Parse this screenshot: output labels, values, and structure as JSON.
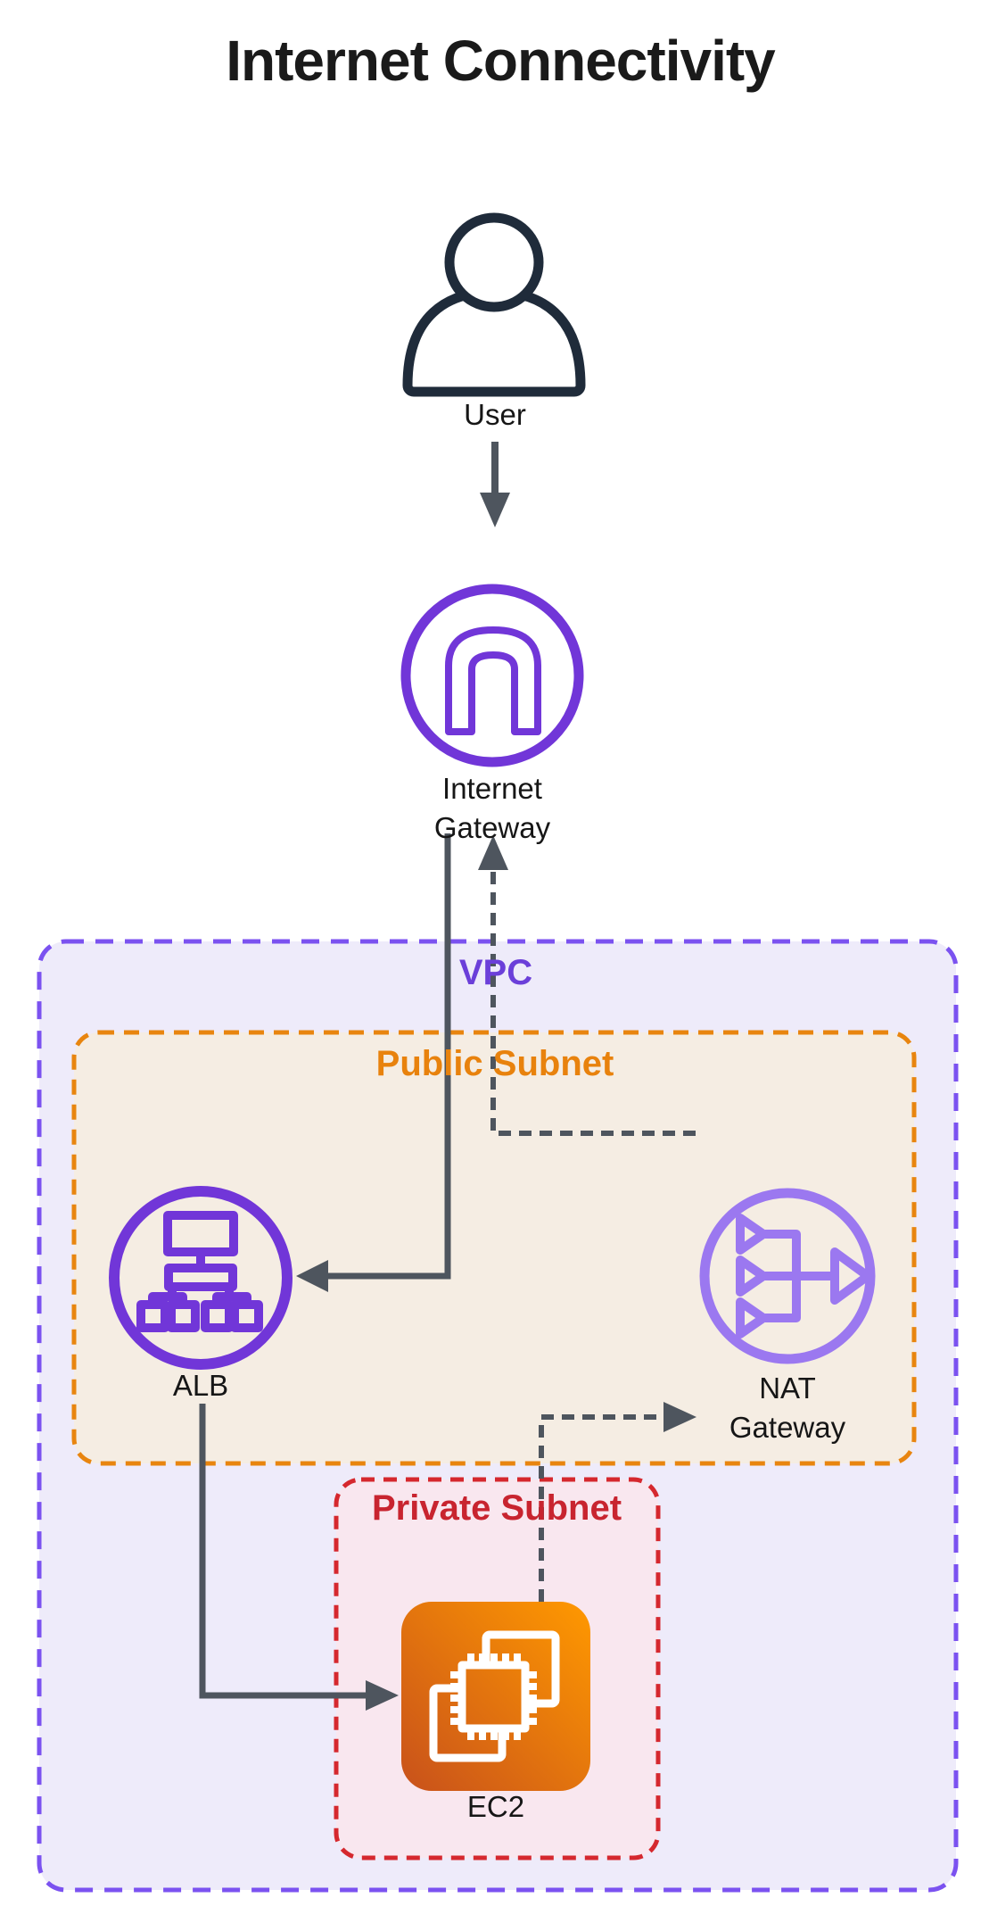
{
  "title": "Internet Connectivity",
  "containers": {
    "vpc": {
      "label": "VPC",
      "border_color": "#7b52f0",
      "fill_color": "#eeebfa",
      "label_color": "#6b3fd9"
    },
    "public_subnet": {
      "label": "Public Subnet",
      "border_color": "#e8850f",
      "fill_color": "#f5ede3",
      "label_color": "#e8820d"
    },
    "private_subnet": {
      "label": "Private Subnet",
      "border_color": "#d5282e",
      "fill_color": "#f9e7ef",
      "label_color": "#c8242f"
    }
  },
  "nodes": {
    "user": {
      "label": "User",
      "icon": "person-outline-icon",
      "color": "#1f2b3a"
    },
    "internet_gateway": {
      "lines": [
        "Internet",
        "Gateway"
      ],
      "icon": "internet-gateway-arch-icon",
      "color": "#7136d8"
    },
    "alb": {
      "label": "ALB",
      "icon": "load-balancer-tree-icon",
      "color": "#7136d8"
    },
    "nat_gateway": {
      "lines": [
        "NAT",
        "Gateway"
      ],
      "icon": "nat-gateway-merge-arrows-icon",
      "color": "#9b78f0"
    },
    "ec2": {
      "label": "EC2",
      "icon": "ec2-chip-icon",
      "gradient": [
        "#c8511b",
        "#ff9900"
      ]
    }
  },
  "edges": [
    {
      "from": "User",
      "to": "Internet Gateway",
      "style": "solid"
    },
    {
      "from": "Internet Gateway",
      "to": "ALB",
      "style": "solid"
    },
    {
      "from": "ALB",
      "to": "EC2",
      "style": "solid"
    },
    {
      "from": "EC2",
      "to": "NAT Gateway",
      "style": "dashed"
    },
    {
      "from": "NAT Gateway",
      "to": "Internet Gateway",
      "style": "dashed"
    }
  ],
  "edge_color": "#4e555e"
}
